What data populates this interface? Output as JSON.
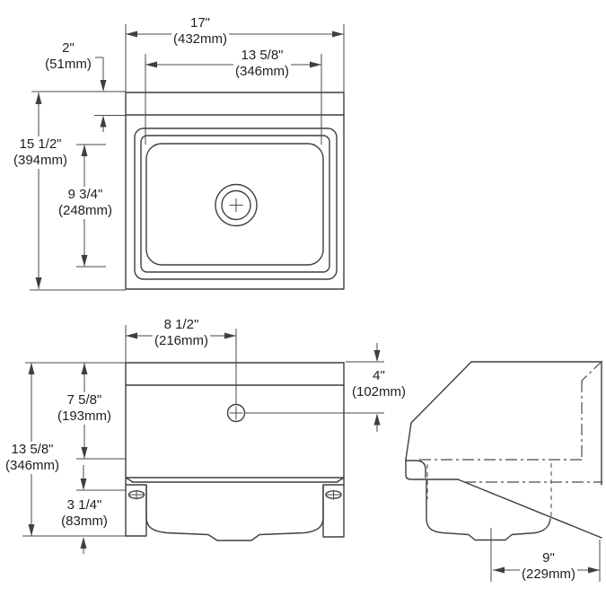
{
  "labels": {
    "top_width": {
      "in": "17\"",
      "mm": "(432mm)"
    },
    "top_ledge": {
      "in": "2\"",
      "mm": "(51mm)"
    },
    "top_basin_width": {
      "in": "13 5/8\"",
      "mm": "(346mm)"
    },
    "top_depth": {
      "in": "15 1/2\"",
      "mm": "(394mm)"
    },
    "top_basin_depth": {
      "in": "9 3/4\"",
      "mm": "(248mm)"
    },
    "front_hole_offset": {
      "in": "8 1/2\"",
      "mm": "(216mm)"
    },
    "front_hole_drop": {
      "in": "4\"",
      "mm": "(102mm)"
    },
    "front_body_height": {
      "in": "7 5/8\"",
      "mm": "(193mm)"
    },
    "front_overall_height": {
      "in": "13 5/8\"",
      "mm": "(346mm)"
    },
    "front_leg_height": {
      "in": "3 1/4\"",
      "mm": "(83mm)"
    },
    "side_drain_offset": {
      "in": "9\"",
      "mm": "(229mm)"
    }
  }
}
